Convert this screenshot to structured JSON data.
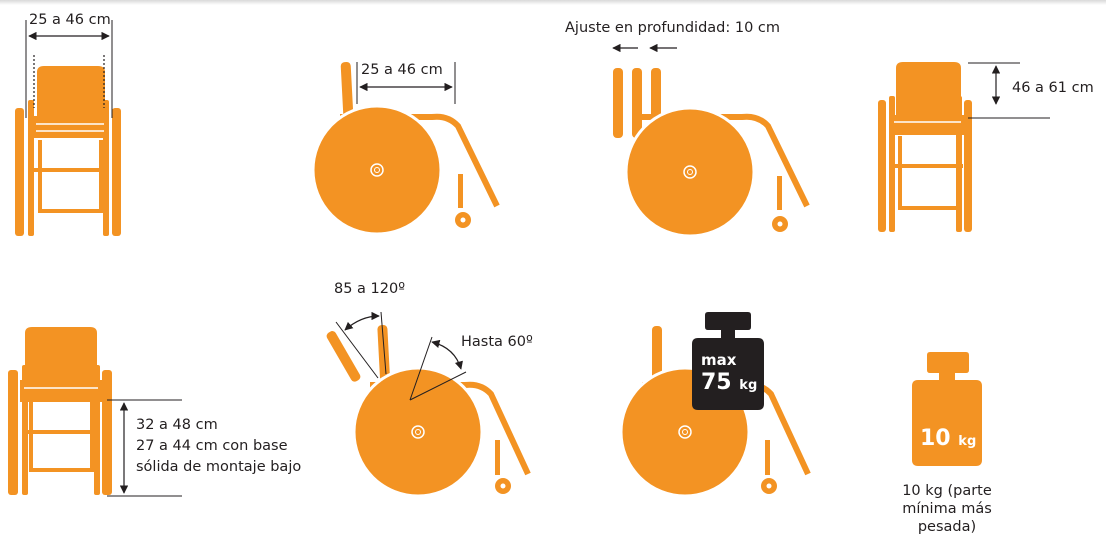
{
  "colors": {
    "accent": "#f39323",
    "ink": "#231f20",
    "weight_dark": "#231f20"
  },
  "panels": {
    "seat_width": {
      "label": "25 a 46 cm"
    },
    "seat_depth": {
      "label": "25 a 46 cm"
    },
    "backrest_depth": {
      "label": "Ajuste en profundidad: 10 cm"
    },
    "backrest_height": {
      "label": "46 a 61 cm"
    },
    "seat_height": {
      "lines": [
        "32 a 48 cm",
        "27 a 44 cm con base",
        "sólida de montaje bajo"
      ]
    },
    "angles": {
      "back_angle": "85 a 120º",
      "fold_angle": "Hasta 60º"
    },
    "max_load": {
      "prefix": "max",
      "value": "75",
      "unit": "kg"
    },
    "weight": {
      "value": "10",
      "unit": "kg",
      "caption": "10 kg (parte mínima más pesada)"
    }
  }
}
